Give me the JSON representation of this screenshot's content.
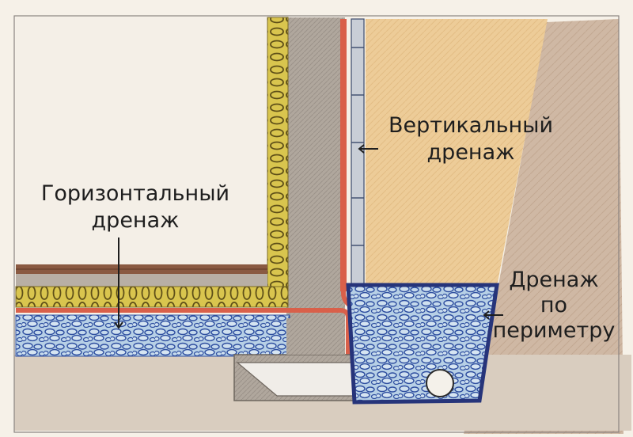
{
  "labels": {
    "horizontal_drainage": [
      "Горизонтальный",
      "дренаж"
    ],
    "vertical_drainage": [
      "Вертикальный",
      "дренаж"
    ],
    "perimeter_drainage": [
      "Дренаж",
      "по",
      "периметру"
    ]
  },
  "colors": {
    "paper": "#f6f1e8",
    "interior_wall": "#f3eee6",
    "concrete": "#b3aaa0",
    "concrete_dark": "#9a9188",
    "insulation": "#d8c24a",
    "insulation_coil": "#6b5a1a",
    "waterproofing": "#d9604a",
    "gravel": "#a9c6e0",
    "gravel_stroke": "#2f4fa0",
    "backfill_sand": "#ebc996",
    "soil": "#cdb6a2",
    "ground_under": "#d8cdbf",
    "brick_top": "#8a5a42",
    "geotextile": "#26347a",
    "pipe": "#f4f1ea"
  }
}
